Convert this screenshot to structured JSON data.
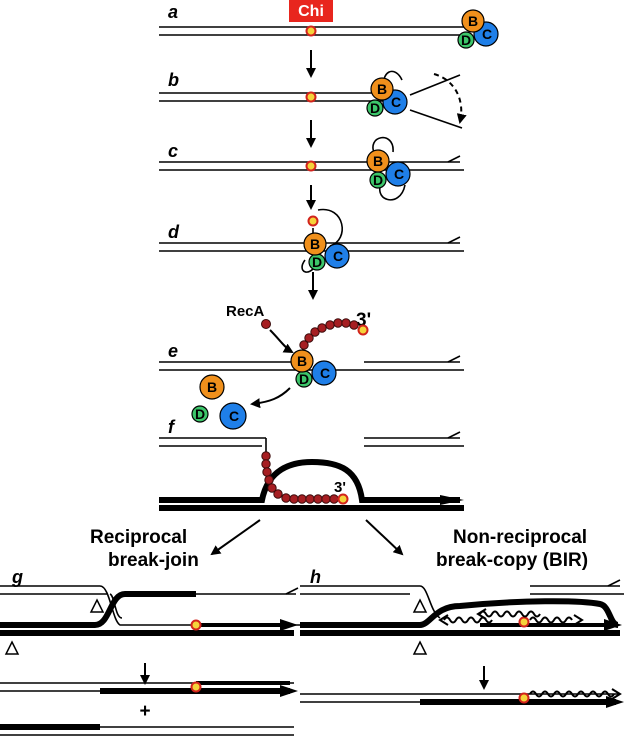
{
  "diagram": {
    "chi_label": "Chi",
    "steps": [
      "a",
      "b",
      "c",
      "d",
      "e",
      "f",
      "g",
      "h"
    ],
    "subunits": {
      "b": "B",
      "c": "C",
      "d": "D"
    },
    "reca_label": "RecA",
    "three_prime": "3'",
    "reciprocal_line1": "Reciprocal",
    "reciprocal_line2": "break-join",
    "nonreciprocal_line1": "Non-reciprocal",
    "nonreciprocal_line2": "break-copy (BIR)",
    "plus": "+",
    "colors": {
      "recB": "#f0901c",
      "recC": "#1f7fe8",
      "recD": "#3cc66a",
      "chi_box": "#e8261e",
      "chi_site_fill": "#f5d33a",
      "recA": "#a61e22"
    }
  }
}
